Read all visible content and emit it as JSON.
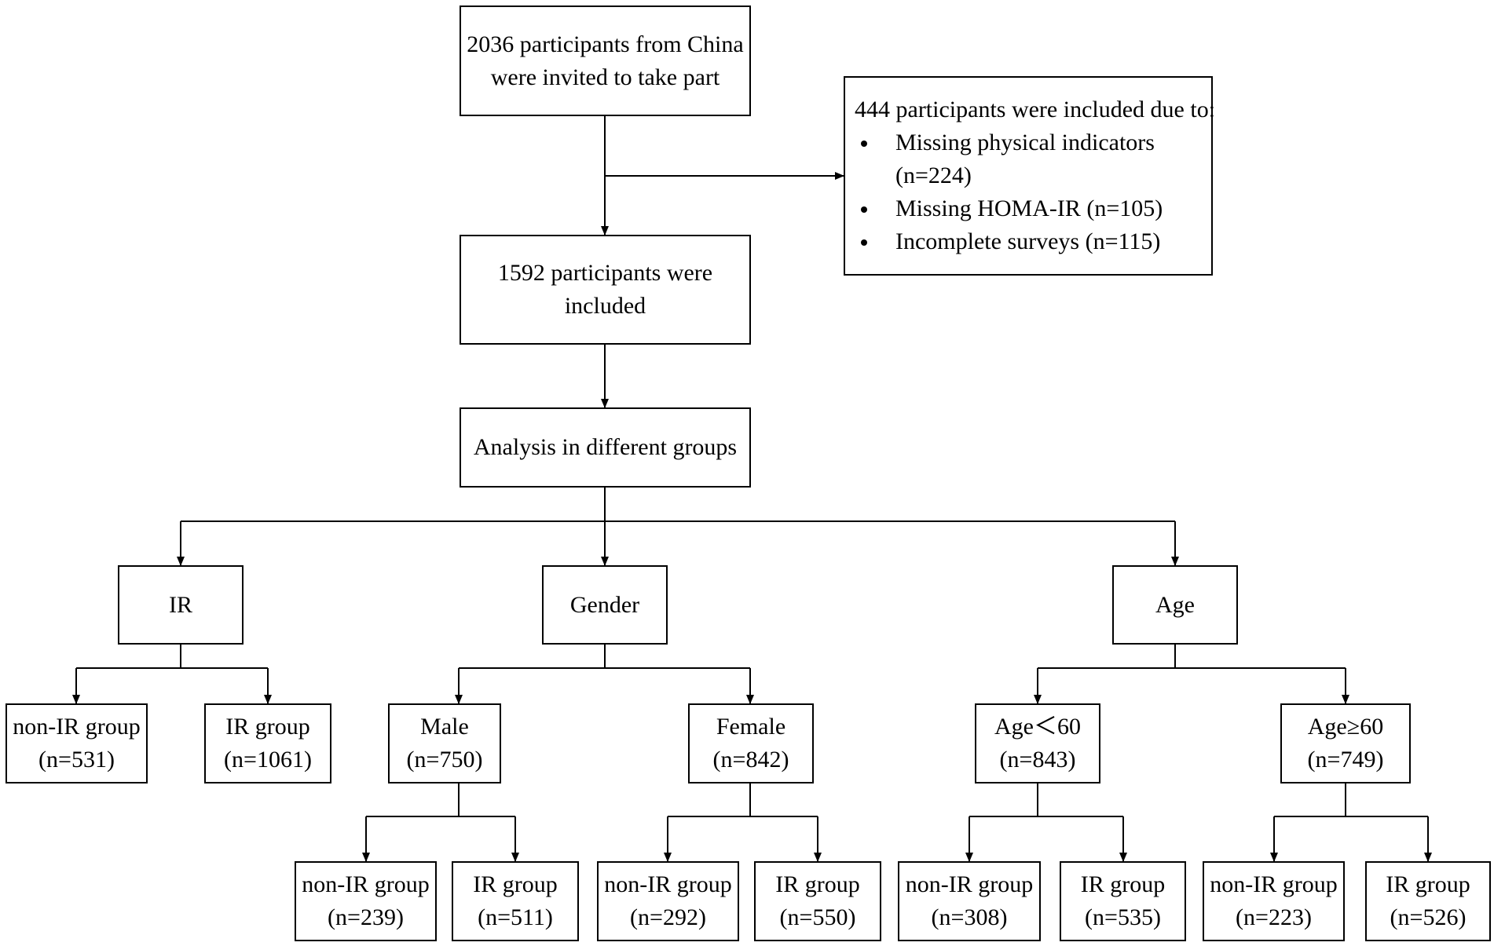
{
  "boxes": {
    "start": [
      "2036 participants from  China",
      "were invited to take part"
    ],
    "included": [
      "1592 participants were",
      "included"
    ],
    "analysis": [
      "Analysis in different groups"
    ],
    "ir": [
      "IR"
    ],
    "gender": [
      "Gender"
    ],
    "age": [
      "Age"
    ],
    "ir_non": [
      "non-IR group",
      "(n=531)"
    ],
    "ir_ir": [
      "IR group",
      "(n=1061)"
    ],
    "male": [
      "Male",
      "(n=750)"
    ],
    "female": [
      "Female",
      "(n=842)"
    ],
    "age_lt": [
      "Age＜60",
      "(n=843)"
    ],
    "age_ge": [
      "Age≥60",
      "(n=749)"
    ],
    "male_non": [
      "non-IR group",
      "(n=239)"
    ],
    "male_ir": [
      "IR group",
      "(n=511)"
    ],
    "female_non": [
      "non-IR group",
      "(n=292)"
    ],
    "female_ir": [
      "IR group",
      "(n=550)"
    ],
    "agelt_non": [
      "non-IR group",
      "(n=308)"
    ],
    "agelt_ir": [
      "IR group",
      "(n=535)"
    ],
    "agege_non": [
      "non-IR group",
      "(n=223)"
    ],
    "agege_ir": [
      "IR group",
      "(n=526)"
    ]
  },
  "exclusion": {
    "title": "444 participants were included due to:",
    "items": [
      [
        "Missing physical indicators",
        "(n=224)"
      ],
      [
        "Missing HOMA-IR (n=105)"
      ],
      [
        "Incomplete surveys (n=115)"
      ]
    ]
  },
  "colors": {
    "line": "#000000",
    "background": "#ffffff"
  }
}
